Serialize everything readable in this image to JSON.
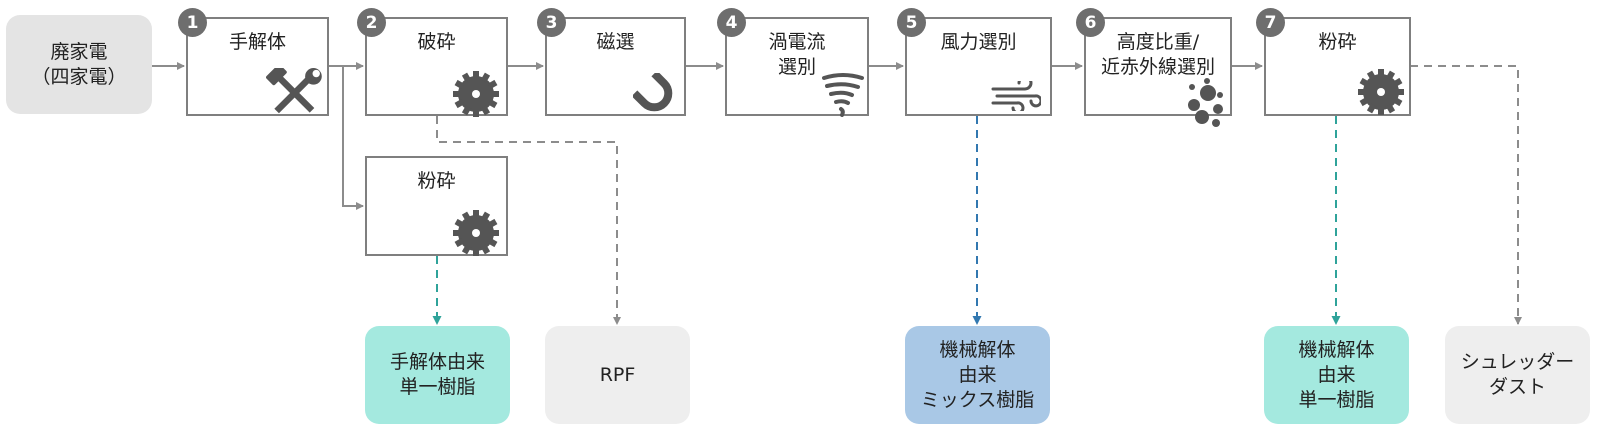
{
  "source": {
    "label": "廃家電\n（四家電）"
  },
  "steps": [
    {
      "number": "1",
      "label": "手解体",
      "icon": "hammer-wrench-icon"
    },
    {
      "number": "2",
      "label": "破砕",
      "icon": "saw-blade-icon"
    },
    {
      "number": "3",
      "label": "磁選",
      "icon": "magnet-icon"
    },
    {
      "number": "4",
      "label": "渦電流\n選別",
      "icon": "tornado-icon"
    },
    {
      "number": "5",
      "label": "風力選別",
      "icon": "wind-icon"
    },
    {
      "number": "6",
      "label": "高度比重/\n近赤外線選別",
      "icon": "particles-icon"
    },
    {
      "number": "7",
      "label": "粉砕",
      "icon": "saw-blade-icon"
    }
  ],
  "side_process": {
    "label": "粉砕",
    "icon": "saw-blade-icon"
  },
  "outputs": [
    {
      "label": "手解体由来\n単一樹脂",
      "color": "#a4e9df"
    },
    {
      "label": "RPF",
      "color": "#eeeeee"
    },
    {
      "label": "機械解体\n由来\nミックス樹脂",
      "color": "#a9c8e6"
    },
    {
      "label": "機械解体\n由来\n単一樹脂",
      "color": "#a4e9df"
    },
    {
      "label": "シュレッダー\nダスト",
      "color": "#eeeeee"
    }
  ],
  "colors": {
    "box_border": "#7f7f7f",
    "badge": "#6e6e6e",
    "icon": "#555555",
    "teal_arrow": "#2fa39a",
    "blue_arrow": "#3278b0"
  }
}
